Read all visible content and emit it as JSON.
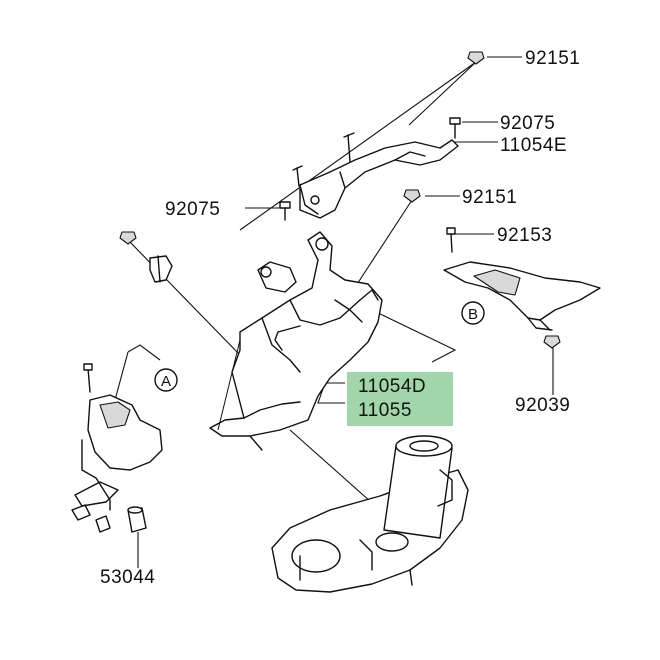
{
  "highlight_color": "#8fcf9a",
  "labels": {
    "p92151_top": "92151",
    "p92075_right": "92075",
    "p11054E": "11054E",
    "p92075_left": "92075",
    "p92151_mid": "92151",
    "p92153": "92153",
    "p11054D": "11054D",
    "p11055": "11055",
    "p92039": "92039",
    "p53044": "53044"
  },
  "refs": {
    "a": "A",
    "b": "B"
  }
}
